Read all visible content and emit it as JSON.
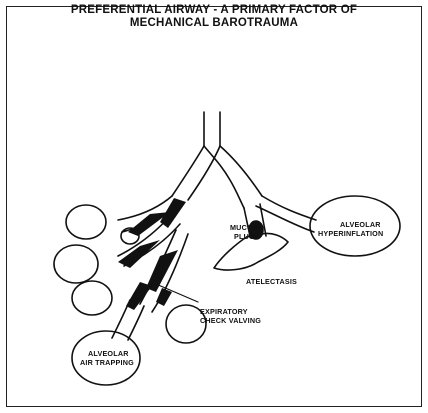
{
  "title": {
    "line1": "PREFERENTIAL AIRWAY - A PRIMARY FACTOR OF",
    "line2": "MECHANICAL BAROTRAUMA"
  },
  "labels": {
    "mucoid_1": "MUCOID",
    "mucoid_2": "PLUG",
    "hyper_1": "ALVEOLAR",
    "hyper_2": "HYPERINFLATION",
    "atelectasis": "ATELECTASIS",
    "check_1": "EXPIRATORY",
    "check_2": "CHECK VALVING",
    "trap_1": "ALVEOLAR",
    "trap_2": "AIR TRAPPING"
  }
}
